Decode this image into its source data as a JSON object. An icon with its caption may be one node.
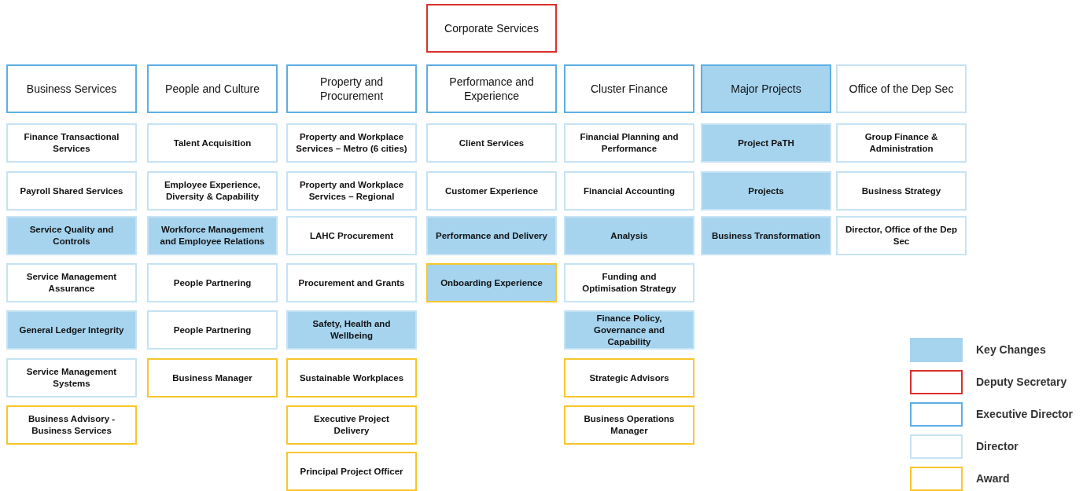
{
  "diagram": {
    "nodes": [
      {
        "text": [
          "Corporate Services"
        ]
      },
      {
        "text": [
          "Business Services"
        ]
      },
      {
        "text": [
          "Finance Transactional Services"
        ]
      },
      {
        "text": [
          "Payroll Shared Services"
        ]
      },
      {
        "text": [
          "Service Quality and Controls"
        ]
      },
      {
        "text": [
          "Service Management Assurance"
        ]
      },
      {
        "text": [
          "General Ledger Integrity"
        ]
      },
      {
        "text": [
          "Service Management Systems"
        ]
      },
      {
        "text": [
          "Business Advisory - Business Services"
        ]
      },
      {
        "text": [
          "People and Culture"
        ]
      },
      {
        "text": [
          "Talent Acquisition"
        ]
      },
      {
        "text": [
          "Employee Experience, Diversity & Capability"
        ]
      },
      {
        "text": [
          "Workforce Management and Employee Relations"
        ]
      },
      {
        "text": [
          "People Partnering"
        ]
      },
      {
        "text": [
          "People Partnering"
        ]
      },
      {
        "text": [
          "Business Manager"
        ]
      },
      {
        "text": [
          "Property and Procurement"
        ]
      },
      {
        "text": [
          "Property and Workplace Services – Metro (6 cities)"
        ]
      },
      {
        "text": [
          "Property and Workplace Services – Regional"
        ]
      },
      {
        "text": [
          "LAHC Procurement"
        ]
      },
      {
        "text": [
          "Procurement and Grants"
        ]
      },
      {
        "text": [
          "Safety, Health and Wellbeing"
        ]
      },
      {
        "text": [
          "Sustainable Workplaces"
        ]
      },
      {
        "text": [
          "Executive Project Delivery"
        ]
      },
      {
        "text": [
          "Principal Project Officer"
        ]
      },
      {
        "text": [
          "Performance and Experience"
        ]
      },
      {
        "text": [
          "Client Services"
        ]
      },
      {
        "text": [
          "Customer Experience"
        ]
      },
      {
        "text": [
          "Performance and Delivery"
        ]
      },
      {
        "text": [
          "Onboarding Experience"
        ]
      },
      {
        "text": [
          "Cluster Finance"
        ]
      },
      {
        "text": [
          "Financial Planning and Performance"
        ]
      },
      {
        "text": [
          "Financial Accounting"
        ]
      },
      {
        "text": [
          "Analysis"
        ]
      },
      {
        "text": [
          "Funding and Optimisation Strategy"
        ]
      },
      {
        "text": [
          "Finance Policy, Governance and Capability"
        ]
      },
      {
        "text": [
          "Strategic Advisors"
        ]
      },
      {
        "text": [
          "Business Operations Manager"
        ]
      },
      {
        "text": [
          "Major Projects"
        ]
      },
      {
        "text": [
          "Project PaTH"
        ]
      },
      {
        "text": [
          "Projects"
        ]
      },
      {
        "text": [
          "Business Transformation"
        ]
      },
      {
        "text": [
          "Office of the Dep Sec"
        ]
      },
      {
        "text": [
          "Group Finance & Administration"
        ]
      },
      {
        "text": [
          "Business Strategy"
        ]
      },
      {
        "text": [
          "Director, Office of the Dep Sec"
        ]
      }
    ],
    "legend": [
      {
        "text": "Key Changes",
        "color": "#a6d4ef"
      },
      {
        "text": "Deputy Secretary",
        "color": "#d9302b"
      },
      {
        "text": "Executive Director",
        "color": "#5daee2"
      },
      {
        "text": "Director",
        "color": "#c6e3f4"
      },
      {
        "text": "Award",
        "color": "#f8c62a"
      }
    ]
  }
}
